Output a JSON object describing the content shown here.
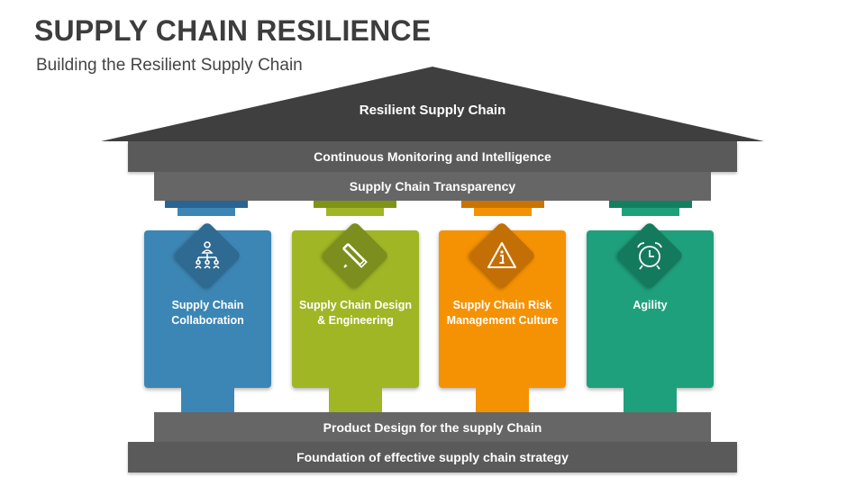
{
  "header": {
    "title": "SUPPLY CHAIN RESILIENCE",
    "subtitle": "Building the Resilient Supply Chain"
  },
  "roof": {
    "label": "Resilient Supply Chain",
    "color": "#3f3f3f"
  },
  "top_bars": [
    {
      "label": "Continuous Monitoring and Intelligence",
      "color": "#5a5a5a"
    },
    {
      "label": "Supply Chain Transparency",
      "color": "#666666"
    }
  ],
  "pillars": [
    {
      "label": "Supply Chain Collaboration",
      "icon": "hierarchy-icon",
      "color": "#3c86b5",
      "dark": "#2a6490",
      "diamond": "#2e6a92"
    },
    {
      "label": "Supply Chain Design & Engineering",
      "icon": "ruler-pencil-icon",
      "color": "#a0b625",
      "dark": "#7f9417",
      "diamond": "#7c8e1d"
    },
    {
      "label": "Supply Chain Risk Management Culture",
      "icon": "warning-info-icon",
      "color": "#f59203",
      "dark": "#c97300",
      "diamond": "#c46f05"
    },
    {
      "label": "Agility",
      "icon": "alarm-clock-icon",
      "color": "#1fa07c",
      "dark": "#137f61",
      "diamond": "#147a5e"
    }
  ],
  "bottom_bars": [
    {
      "label": "Product Design for the supply Chain",
      "color": "#666666"
    },
    {
      "label": "Foundation of effective supply chain strategy",
      "color": "#5a5a5a"
    }
  ]
}
